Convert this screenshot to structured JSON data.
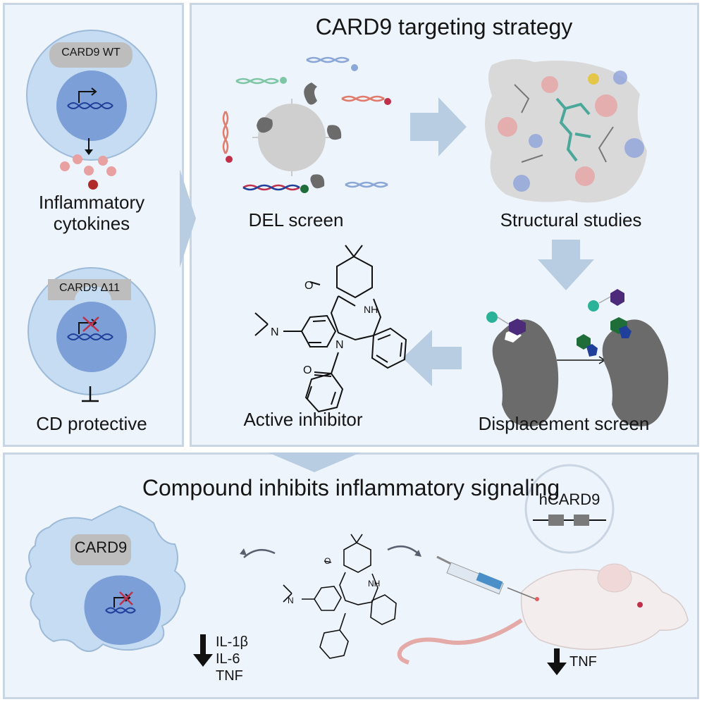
{
  "left_panel": {
    "wt_label": "CARD9 WT",
    "outcome_label_1": "Inflammatory",
    "outcome_label_2": "cytokines",
    "mutant_label": "CARD9 Δ11",
    "protective_label": "CD protective"
  },
  "strategy_panel": {
    "title": "CARD9 targeting strategy",
    "steps": [
      {
        "label": "DEL screen"
      },
      {
        "label": "Structural studies"
      },
      {
        "label": "Displacement screen"
      },
      {
        "label": "Active inhibitor"
      }
    ],
    "molecule_atoms": {
      "n": "N",
      "o": "O",
      "nh": "NH"
    }
  },
  "bottom_panel": {
    "title": "Compound inhibits inflammatory signaling",
    "cell_label": "CARD9",
    "cytokines": [
      "IL-1β",
      "IL-6",
      "TNF"
    ],
    "mouse_gene_label": "hCARD9",
    "mouse_readout": "TNF"
  },
  "colors": {
    "panel_bg": "#eef4fb",
    "panel_border": "#c9d5e3",
    "cell_fill": "#c5dcf2",
    "nucleus_fill": "#7b9fd6",
    "protein_grey": "#6b6b6b",
    "arrow_blue": "#b9cde2",
    "dna_blue": "#1f3f9a",
    "cytokine_red": "#d97a7a",
    "teal": "#2bb39a",
    "purple": "#4b2b7a",
    "green": "#1f6e3a"
  }
}
